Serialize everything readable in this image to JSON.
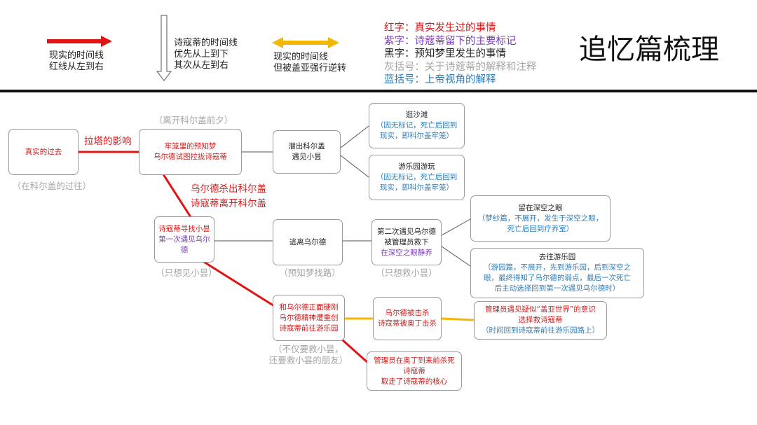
{
  "colors": {
    "red": "#e11414",
    "orange": "#f2b705",
    "purple": "#7a3fb0",
    "blue": "#2f7dba",
    "gray": "#a5a5a5",
    "black": "#111111"
  },
  "legend": {
    "red_arrow": [
      "现实的时间线",
      "红线从左到右"
    ],
    "down_arrow": [
      "诗寇蒂的时间线",
      "优先从上到下",
      "其次从左到右"
    ],
    "orange_arrow": [
      "现实的时间线",
      "但被盖亚强行逆转"
    ],
    "key": [
      {
        "text": "红字：真实发生过的事情",
        "color": "red"
      },
      {
        "text": "紫字：诗蔻蒂留下的主要标记",
        "color": "purple"
      },
      {
        "text": "黑字：预知梦里发生的事情",
        "color": "black"
      },
      {
        "text": "灰括号：关于诗蔻蒂的解释和注释",
        "color": "gray"
      },
      {
        "text": "蓝括号：上帝视角的解释",
        "color": "blue"
      }
    ],
    "title": "追忆篇梳理"
  },
  "nodes": {
    "past": {
      "lines": [
        "真实的过去"
      ]
    },
    "cage": {
      "lines": [
        "牢笼里的预知梦",
        "乌尔德试图拉拢诗寇蒂"
      ]
    },
    "sneak": {
      "lines": [
        "潜出科尔盖",
        "遇见小昙"
      ]
    },
    "beach": {
      "lines": [
        "逛沙滩"
      ],
      "blue": [
        "（因无标记，死亡后回到",
        "现实，即科尔盖牢笼）"
      ]
    },
    "amuse": {
      "lines": [
        "游乐园游玩"
      ],
      "blue": [
        "（因无标记，死亡后回到",
        "现实，即科尔盖牢笼）"
      ]
    },
    "search": {
      "red": "诗寇蒂寻找小昙",
      "purple": "第一次遇见乌尔德"
    },
    "escape": {
      "lines": [
        "逃离乌尔德"
      ]
    },
    "second": {
      "lines": [
        "第二次遇见乌尔德",
        "被管理员救下"
      ],
      "purple": "在深空之眼静养"
    },
    "stay": {
      "lines": [
        "留在深空之眼"
      ],
      "blue": [
        "（梦纱篇，不展开，发生于深空之眼，",
        "死亡后回到疗养室）"
      ]
    },
    "goto": {
      "lines": [
        "去往游乐园"
      ],
      "blue": [
        "（游园篇，不展开，先到游乐园，后到深空之",
        "眼，最终得知了乌尔德的弱点，最后一次死亡",
        "后主动选择回到第一次遇见乌尔德时）"
      ]
    },
    "fight": {
      "lines": [
        "和乌尔德正面硬刚",
        "乌尔德精神遭重创",
        "诗寇蒂前往游乐园"
      ]
    },
    "killed": {
      "lines": [
        "乌尔德被击杀",
        "诗寇蒂被奥丁击杀"
      ]
    },
    "admin": {
      "red": [
        "管理员遇见疑似“盖亚世界”的意识",
        "选择救诗寇蒂"
      ],
      "blue": "（时间回到诗寇蒂前往游乐园路上）"
    },
    "odin": {
      "lines": [
        "管理员在奥丁到来前杀死",
        "诗寇蒂",
        "取走了诗寇蒂的核心"
      ]
    }
  },
  "notes": {
    "before_leave": "（离开科尔盖前夕）",
    "past_in": "（在科尔盖的过往）",
    "only_see": "（只想见小昙）",
    "predream": "（预知梦找路）",
    "only_save": "（只想救小昙）",
    "not_only": [
      "（不仅要救小昙，",
      "还要救小昙的朋友）"
    ]
  },
  "edge_labels": {
    "influence": "拉塔的影响",
    "kill_out": [
      "乌尔德杀出科尔盖",
      "诗寇蒂离开科尔盖"
    ]
  }
}
